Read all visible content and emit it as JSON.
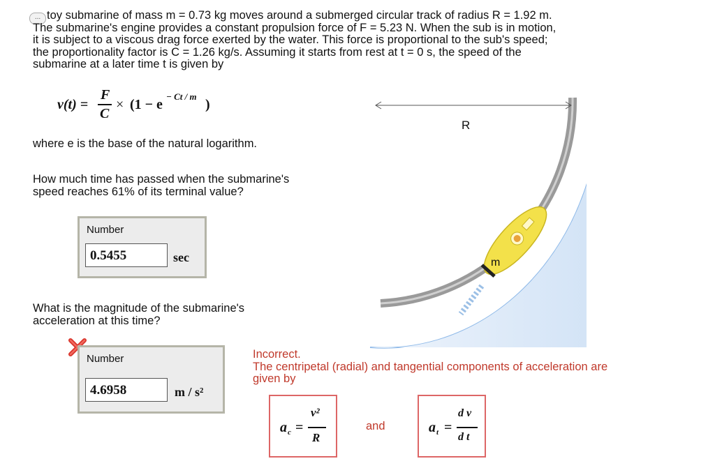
{
  "problem": {
    "lines": [
      "toy submarine of mass m = 0.73 kg moves around a submerged circular track of radius R = 1.92 m.",
      "The submarine's engine provides a constant propulsion force of F = 5.23 N.  When the sub is in motion,",
      "it is subject to a viscous drag force exerted by the water.  This force is proportional to the sub's speed;",
      "the proportionality factor is C = 1.26 kg/s.  Assuming it starts from rest at t = 0 s, the speed of the",
      "submarine at a later time t is given by"
    ],
    "chat_icon": "..."
  },
  "formula": {
    "lhs": "v(t) =",
    "numerator": "F",
    "denominator": "C",
    "times": "×",
    "bracket": "(1 − e",
    "exponent": "− Ct / m",
    "close": ")"
  },
  "where_text": "where e is the base of the natural logarithm.",
  "q1": {
    "text_line1": "How much time has passed when the submarine's",
    "text_line2": "speed reaches 61% of its terminal value?",
    "label": "Number",
    "value": "0.5455",
    "unit": "sec"
  },
  "q2": {
    "text_line1": "What is the magnitude of the submarine's",
    "text_line2": "acceleration at this time?",
    "label": "Number",
    "value": "4.6958",
    "unit": "m / s²",
    "status_icon": "x-mark-icon"
  },
  "feedback": {
    "title": "Incorrect.",
    "line1": "The centripetal (radial) and tangential components of acceleration are",
    "line2": "given by",
    "and": "and",
    "eq1_lhs": "a",
    "eq1_sub": "c",
    "eq1_num": "v²",
    "eq1_den": "R",
    "eq2_lhs": "a",
    "eq2_sub": "t",
    "eq2_num": "d v",
    "eq2_den": "d t"
  },
  "diagram": {
    "radius_label": "R",
    "mass_label": "m"
  },
  "colors": {
    "error": "#c0392b",
    "water": "#dce9f8",
    "track": "#8d8d8d",
    "sub": "#f5e65a"
  }
}
